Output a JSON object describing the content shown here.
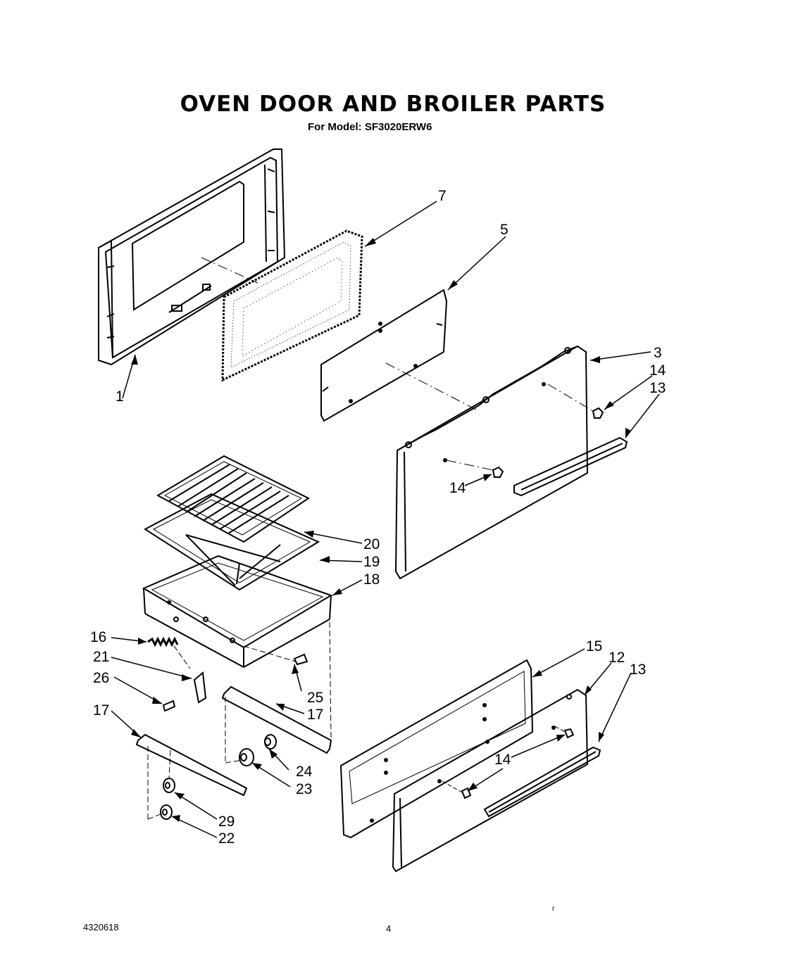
{
  "header": {
    "title": "OVEN DOOR AND BROILER PARTS",
    "subtitle": "For Model: SF3020ERW6"
  },
  "footer": {
    "doc_number": "4320618",
    "page_number": "4",
    "mark": "r"
  },
  "callouts": {
    "c1": "1",
    "c3": "3",
    "c5": "5",
    "c7": "7",
    "c12": "12",
    "c13a": "13",
    "c13b": "13",
    "c14a": "14",
    "c14b": "14",
    "c14c": "14",
    "c15": "15",
    "c16": "16",
    "c17a": "17",
    "c17b": "17",
    "c18": "18",
    "c19": "19",
    "c20": "20",
    "c21": "21",
    "c22": "22",
    "c23": "23",
    "c24": "24",
    "c25": "25",
    "c26": "26",
    "c29": "29"
  }
}
